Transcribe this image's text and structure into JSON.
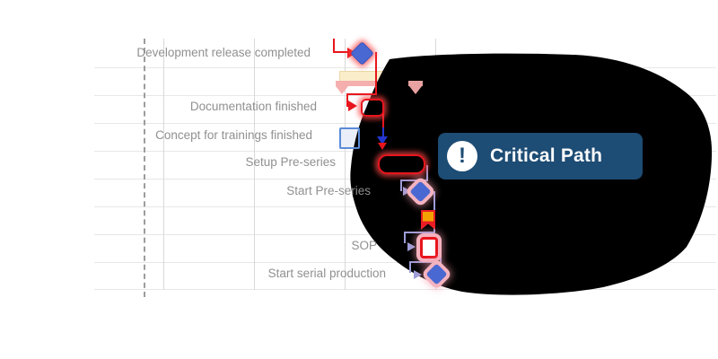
{
  "gantt": {
    "rows": [
      {
        "label": "Development release completed",
        "shape": "milestone-diamond",
        "critical": true
      },
      {
        "label": "",
        "shape": "summary-bar",
        "critical": true
      },
      {
        "label": "Documentation finished",
        "shape": "task-bar",
        "critical": true
      },
      {
        "label": "Concept for trainings finished",
        "shape": "milestone-square",
        "critical": false
      },
      {
        "label": "Setup Pre-series",
        "shape": "task-bar",
        "critical": true
      },
      {
        "label": "Start Pre-series",
        "shape": "milestone-diamond",
        "critical": false
      },
      {
        "label": "",
        "shape": "event-flag",
        "critical": false
      },
      {
        "label": "SOP",
        "shape": "milestone-square",
        "critical": true
      },
      {
        "label": "Start serial production",
        "shape": "milestone-diamond",
        "critical": false
      }
    ]
  },
  "tooltip": {
    "label": "Critical Path",
    "icon_glyph": "!"
  },
  "colors": {
    "critical_red": "#e8151d",
    "milestone_blue": "#4a68d2",
    "connector_lavender": "#9d9dd9",
    "connector_blue": "#2436d0",
    "tooltip_bg": "#1d4c74",
    "summary_tan": "#f9edca",
    "bracket_pink": "#f4abab",
    "label_gray": "#909090",
    "grid_gray": "#e7e7e7",
    "blob_black": "#000000",
    "flag_orange": "#f3a200",
    "flag_red": "#ea1c24",
    "concept_border_blue": "#5b8bd8"
  }
}
